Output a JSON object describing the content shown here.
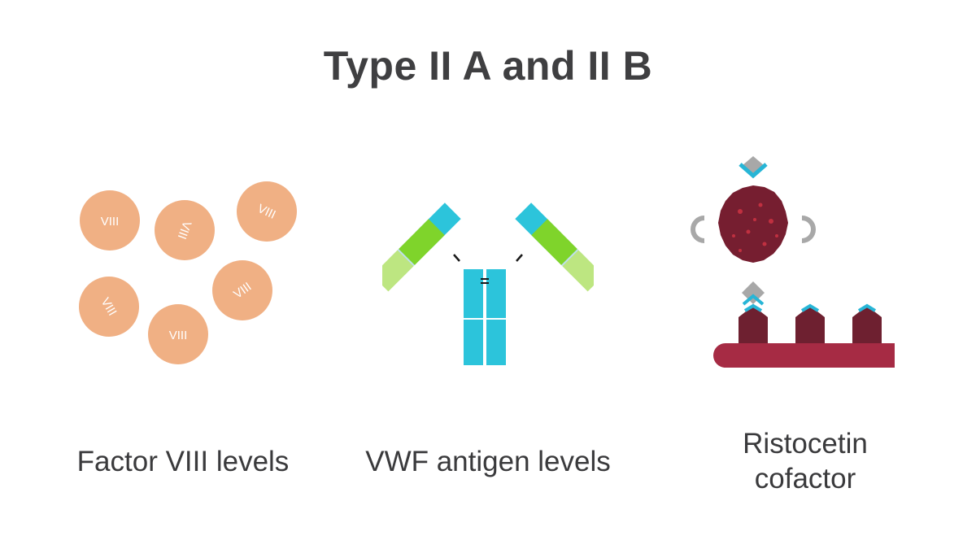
{
  "title": "Type II A and II B",
  "panels": {
    "factor": {
      "caption": "Factor VIII levels",
      "circle_label": "VIII",
      "colors": {
        "circle": "#f0b084",
        "label": "#ffffff"
      }
    },
    "vwf": {
      "caption": "VWF antigen levels",
      "colors": {
        "heavy": "#2cc4db",
        "light_inner": "#7fd42b",
        "light_outer": "#bde681",
        "heavy_tip": "#bfe0ee",
        "bond": "#1a1a1a"
      }
    },
    "ristocetin": {
      "caption_line1": "Ristocetin",
      "caption_line2": "cofactor",
      "colors": {
        "platelet": "#761e30",
        "spots": "#c03040",
        "base": "#a62b44",
        "receptor": "#6e2030",
        "tip": "#27b5d6",
        "binder": "#a8a8a8"
      }
    }
  }
}
